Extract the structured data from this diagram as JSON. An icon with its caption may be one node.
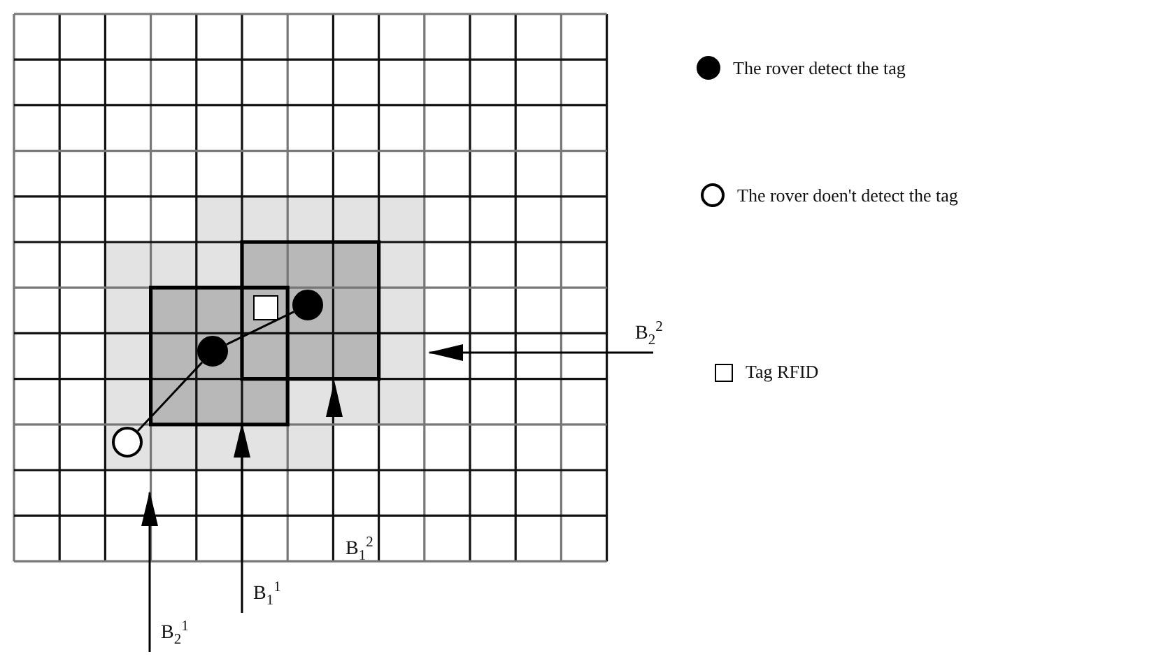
{
  "diagram": {
    "nodes": [
      {
        "text": [],
        "shape": "circle"
      },
      {
        "text": [],
        "shape": "circle"
      },
      {
        "text": [],
        "shape": "circle"
      },
      {
        "text": [],
        "shape": "box"
      },
      {
        "text": [
          "B$_{2}$$^{1}$"
        ]
      },
      {
        "text": [
          "B$_{1}$$^{1}$"
        ]
      },
      {
        "text": [
          "B$_{2}$$^{2}$"
        ]
      }
    ],
    "edges": [
      {
        "from": 0,
        "to": 1,
        "arrow": "none"
      },
      {
        "from": 1,
        "to": 2,
        "arrow": "none"
      },
      {
        "from": 4,
        "to": 0,
        "arrow": "to"
      },
      {
        "from": 5,
        "to": null,
        "arrow": "to"
      },
      {
        "from": 6,
        "to": null,
        "arrow": "to"
      }
    ],
    "labels": [
      "B$_{1}$$^{2}$"
    ],
    "legend": [
      {
        "text": "The rover detect the tag"
      },
      {
        "text": "The rover doen't detect the tag"
      },
      {
        "text": "Tag RFID"
      }
    ]
  }
}
